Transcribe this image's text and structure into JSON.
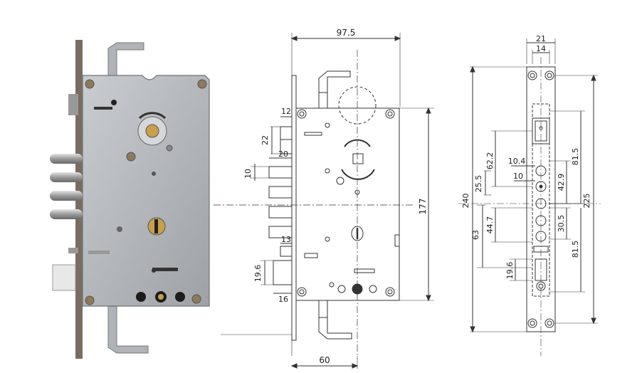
{
  "front_view": {
    "labels": {
      "width_top": "97.5",
      "backset": "60",
      "height": "177",
      "d12": "12",
      "d22": "22",
      "d20": "20",
      "d10": "10",
      "d13": "13",
      "d19_6": "19.6",
      "d16": "16"
    }
  },
  "side_view": {
    "labels": {
      "w21": "21",
      "w14": "14",
      "d10_4": "10.4",
      "d10": "10",
      "d62_2": "62.2",
      "d25_5": "25.5",
      "d44_7": "44.7",
      "d63": "63",
      "d19_6": "19.6",
      "d81_5_top": "81.5",
      "d42_9": "42.9",
      "d30_5": "30.5",
      "d81_5_bot": "81.5",
      "h240": "240",
      "h225": "225"
    }
  },
  "colors": {
    "plate": "#b9bcc0",
    "plate_dark": "#8e9296",
    "faceplate": "#7a6c60",
    "line": "#333333"
  }
}
